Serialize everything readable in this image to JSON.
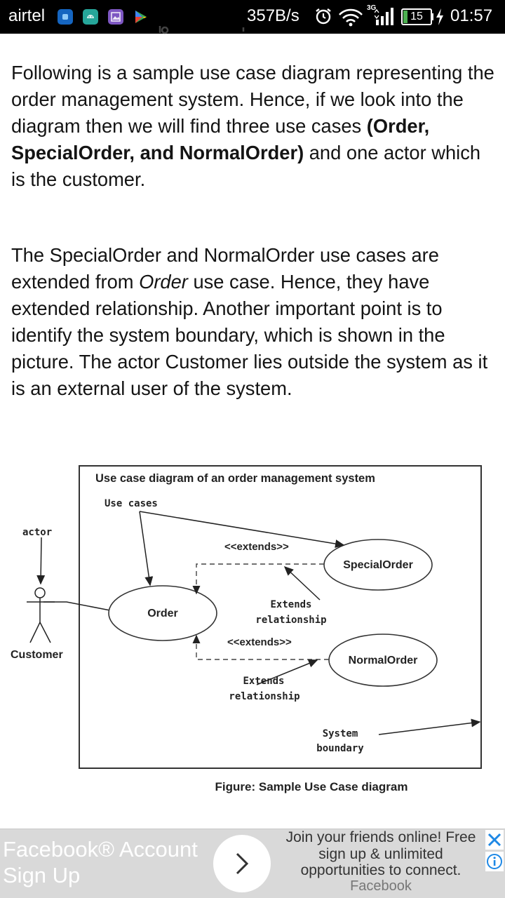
{
  "status_bar": {
    "carrier": "airtel",
    "network_speed": "357B/s",
    "network_type": "3G",
    "battery_level": "15",
    "time": "01:57",
    "icons": [
      "app-notification-icon",
      "android-icon",
      "gallery-icon",
      "play-store-icon",
      "alarm-icon",
      "wifi-icon",
      "signal-icon",
      "battery-icon",
      "charging-icon"
    ],
    "colors": {
      "app1": "#1565c0",
      "app2": "#26a69a",
      "app3": "#7e57c2",
      "battery_fill": "#4caf50"
    }
  },
  "article": {
    "p1_text1": "Following is a sample use case diagram representing the order management system. Hence, if we look into the diagram then we will find three use cases ",
    "p1_bold": "(Order, SpecialOrder, and NormalOrder)",
    "p1_text2": " and one actor which is the customer.",
    "p2_text1": "The SpecialOrder and NormalOrder use cases are extended from ",
    "p2_italic": "Order",
    "p2_text2": " use case. Hence, they have extended relationship. Another important point is to identify the system boundary, which is shown in the picture. The actor Customer lies outside the system as it is an external user of the system."
  },
  "diagram": {
    "title": "Use case diagram of an order management system",
    "use_cases_label": "Use cases",
    "actor_label": "actor",
    "actor_name": "Customer",
    "use_case_order": "Order",
    "use_case_special": "SpecialOrder",
    "use_case_normal": "NormalOrder",
    "extends_label_1": "<<extends>>",
    "extends_label_2": "<<extends>>",
    "extends_rel_1_line1": "Extends",
    "extends_rel_1_line2": "relationship",
    "extends_rel_2_line1": "Extends",
    "extends_rel_2_line2": "relationship",
    "boundary_line1": "System",
    "boundary_line2": "boundary",
    "caption": "Figure: Sample Use Case diagram"
  },
  "ad": {
    "title": "Facebook® Account Sign Up",
    "body": "Join your friends online! Free sign up & unlimited opportunities to connect.",
    "brand": "Facebook",
    "close_icon": "close-icon",
    "info_icon": "info-icon",
    "accent_color": "#1e88e5"
  }
}
